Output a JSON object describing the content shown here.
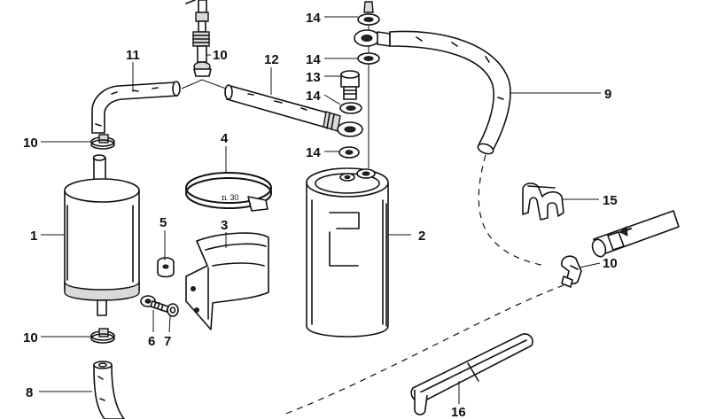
{
  "callouts": {
    "c1": "1",
    "c2": "2",
    "c3": "3",
    "c4": "4",
    "c5": "5",
    "c6": "6",
    "c7": "7",
    "c8": "8",
    "c9": "9",
    "c10a": "10",
    "c10b": "10",
    "c10c": "10",
    "c10d": "10",
    "c11": "11",
    "c12": "12",
    "c13": "13",
    "c14a": "14",
    "c14b": "14",
    "c14c": "14",
    "c14d": "14",
    "c15": "15",
    "c16": "16"
  },
  "clamp_marking": "ɪʟ 30"
}
